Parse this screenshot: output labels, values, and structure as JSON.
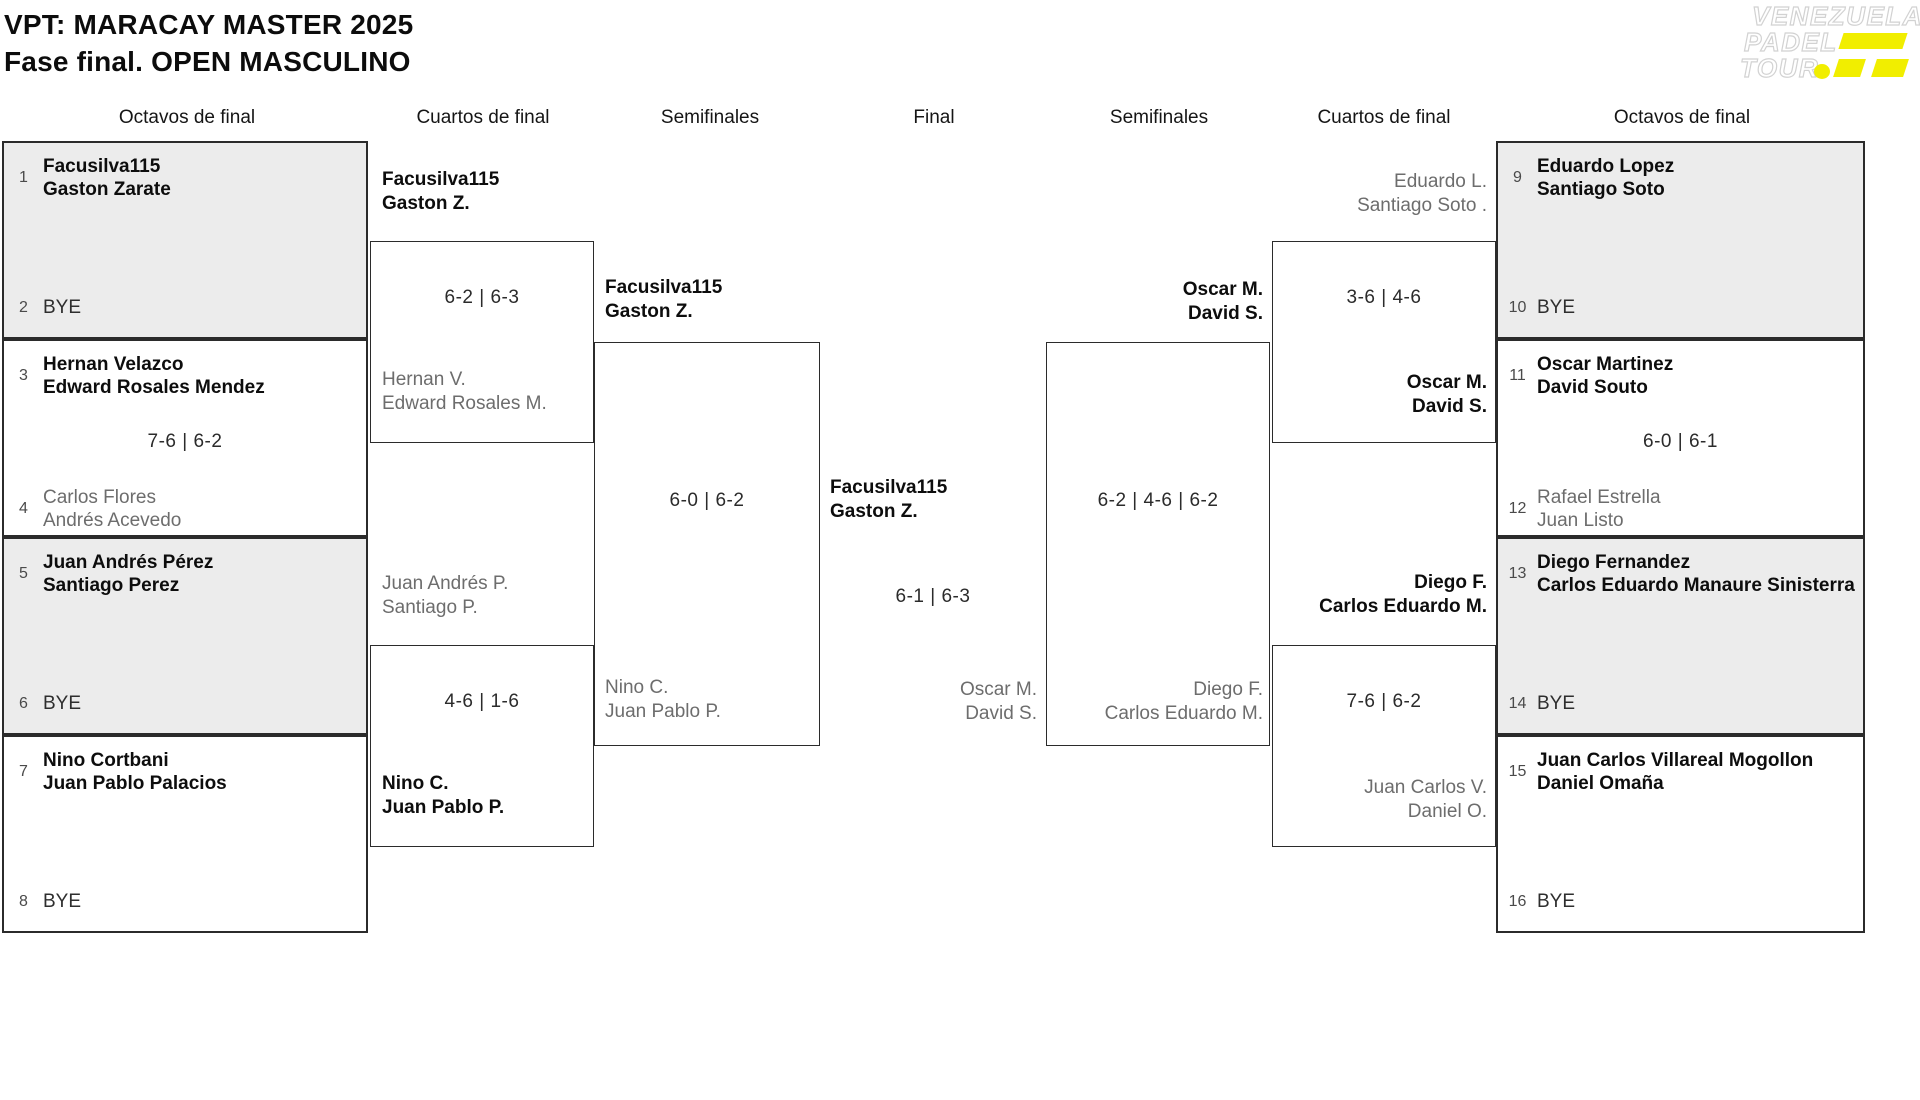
{
  "title": {
    "line1": "VPT: MARACAY MASTER 2025",
    "line2": "Fase final. OPEN MASCULINO"
  },
  "logo": {
    "word1": "VENEZUELA",
    "word2": "PADEL",
    "word3": "TOUR.",
    "accent_yellow": "#f1ee00"
  },
  "colors": {
    "box_fill_alt": "#ececec",
    "border": "#2b2b2b",
    "winner_text": "#0d0d0d",
    "loser_text": "#6d6d6d",
    "score_text": "#2b2b2b"
  },
  "round_headers": {
    "o8_left": "Octavos de final",
    "qf_left": "Cuartos de final",
    "sf_left": "Semifinales",
    "final": "Final",
    "sf_right": "Semifinales",
    "qf_right": "Cuartos de final",
    "o8_right": "Octavos de final"
  },
  "o8_left": [
    {
      "seed1": "1",
      "name1a": "Facusilva115",
      "name1b": "Gaston Zarate",
      "score": "",
      "seed2": "2",
      "name2a": "BYE"
    },
    {
      "seed1": "3",
      "name1a": "Hernan Velazco",
      "name1b": "Edward Rosales Mendez",
      "score": "7-6 | 6-2",
      "seed2": "4",
      "name2a": "Carlos Flores",
      "name2b": "Andrés Acevedo"
    },
    {
      "seed1": "5",
      "name1a": "Juan Andrés Pérez",
      "name1b": "Santiago Perez",
      "score": "",
      "seed2": "6",
      "name2a": "BYE"
    },
    {
      "seed1": "7",
      "name1a": "Nino Cortbani",
      "name1b": "Juan Pablo Palacios",
      "score": "",
      "seed2": "8",
      "name2a": "BYE"
    }
  ],
  "o8_right": [
    {
      "seed1": "9",
      "name1a": "Eduardo Lopez",
      "name1b": "Santiago Soto",
      "score": "",
      "seed2": "10",
      "name2a": "BYE"
    },
    {
      "seed1": "11",
      "name1a": "Oscar Martinez",
      "name1b": "David Souto",
      "score": "6-0 | 6-1",
      "seed2": "12",
      "name2a": "Rafael Estrella",
      "name2b": "Juan Listo"
    },
    {
      "seed1": "13",
      "name1a": "Diego Fernandez",
      "name1b": "Carlos Eduardo Manaure Sinisterra",
      "score": "",
      "seed2": "14",
      "name2a": "BYE"
    },
    {
      "seed1": "15",
      "name1a": "Juan Carlos Villareal Mogollon",
      "name1b": "Daniel Omaña",
      "score": "",
      "seed2": "16",
      "name2a": "BYE"
    }
  ],
  "qf_left": [
    {
      "top_l1": "Facusilva115",
      "top_l2": "Gaston Z.",
      "score": "6-2 | 6-3",
      "bottom_l1": "Hernan V.",
      "bottom_l2": "Edward Rosales M."
    },
    {
      "top_l1": "Juan Andrés P.",
      "top_l2": "Santiago P.",
      "score": "4-6 | 1-6",
      "bottom_l1": "Nino C.",
      "bottom_l2": "Juan Pablo P."
    }
  ],
  "qf_right": [
    {
      "top_l1": "Eduardo L.",
      "top_l2": "Santiago Soto .",
      "score": "3-6 | 4-6",
      "bottom_l1": "Oscar M.",
      "bottom_l2": "David S."
    },
    {
      "top_l1": "Diego F.",
      "top_l2": "Carlos Eduardo M.",
      "score": "7-6 | 6-2",
      "bottom_l1": "Juan Carlos V.",
      "bottom_l2": "Daniel O."
    }
  ],
  "sf_left": {
    "top_l1": "Facusilva115",
    "top_l2": "Gaston Z.",
    "score": "6-0 | 6-2",
    "bottom_l1": "Nino C.",
    "bottom_l2": "Juan Pablo P."
  },
  "sf_right": {
    "top_l1": "Oscar M.",
    "top_l2": "David S.",
    "score": "6-2 | 4-6 | 6-2",
    "bottom_l1": "Diego F.",
    "bottom_l2": "Carlos Eduardo M."
  },
  "final": {
    "top_l1": "Facusilva115",
    "top_l2": "Gaston Z.",
    "score": "6-1 | 6-3",
    "bottom_l1": "Oscar M.",
    "bottom_l2": "David S."
  }
}
